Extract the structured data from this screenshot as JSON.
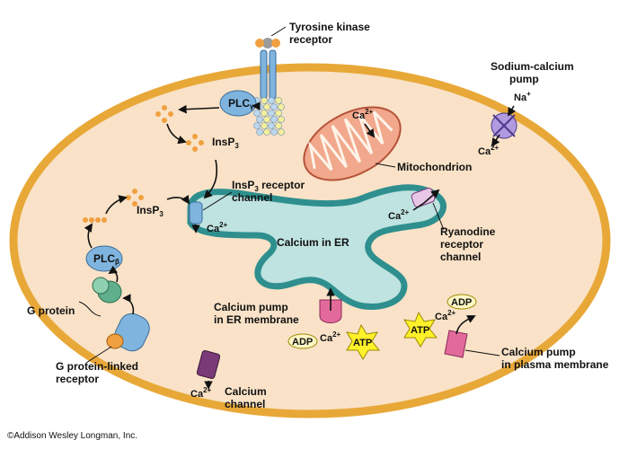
{
  "labels": {
    "tyrosine_kinase_receptor": [
      "Tyrosine kinase",
      "receptor"
    ],
    "sodium_calcium_pump": [
      "Sodium-calcium",
      "pump"
    ],
    "na_ion": "Na",
    "na_sup": "+",
    "ca_base": "Ca",
    "ca_sup": "2+",
    "plc_gamma": "PLC",
    "plc_gamma_sub": "γ",
    "plc_beta": "PLC",
    "plc_beta_sub": "β",
    "insp3_base": "InsP",
    "insp3_sub": "3",
    "insp3_receptor_channel": [
      "receptor",
      "channel"
    ],
    "mitochondrion": "Mitochondrion",
    "ryanodine_receptor_channel": [
      "Ryanodine",
      "receptor",
      "channel"
    ],
    "calcium_in_er": "Calcium in ER",
    "calcium_pump_er": [
      "Calcium pump",
      "in ER membrane"
    ],
    "calcium_pump_plasma": [
      "Calcium pump",
      "in plasma membrane"
    ],
    "g_protein": "G protein",
    "g_protein_linked_receptor": [
      "G protein-linked",
      "receptor"
    ],
    "calcium_channel": [
      "Calcium",
      "channel"
    ],
    "adp": "ADP",
    "atp": "ATP"
  },
  "footer": {
    "copyright": "©Addison Wesley Longman, Inc."
  },
  "colors": {
    "membrane": "#e8a838",
    "cytoplasm": "#f9e2c7",
    "er_lumen": "#bfe3e0",
    "er_membrane": "#2f8f8f",
    "mitochondrion": "#f1a88c",
    "receptor_blue": "#7fb4de",
    "pump_pink": "#e26a9a",
    "channel_purple": "#7a3a78",
    "g_protein_green": "#5fae8c",
    "atp_yellow": "#fff12a"
  }
}
